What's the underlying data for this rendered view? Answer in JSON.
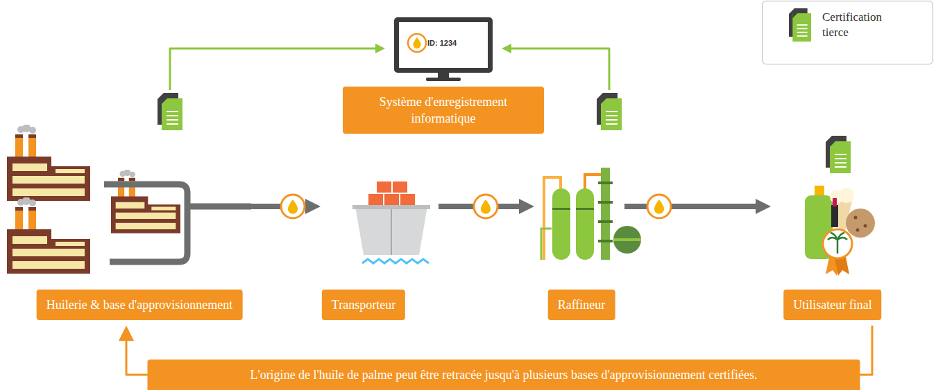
{
  "diagram": {
    "nodes": [
      {
        "text": [
          "Système d'enregistrement informatique"
        ]
      },
      {
        "text": [
          "Huilerie & base d'approvisionnement"
        ]
      },
      {
        "text": [
          "Transporteur"
        ]
      },
      {
        "text": [
          "Raffineur"
        ]
      },
      {
        "text": [
          "Utilisateur final"
        ]
      }
    ],
    "edges": [
      {
        "from": 1,
        "to": 2,
        "arrow": "to"
      },
      {
        "from": 2,
        "to": 3,
        "arrow": "to"
      },
      {
        "from": 3,
        "to": 4,
        "arrow": "to"
      },
      {
        "from": 1,
        "to": 0,
        "arrow": "to"
      },
      {
        "from": 3,
        "to": 0,
        "arrow": "to"
      },
      {
        "from": 4,
        "to": 1,
        "label": "L'origine de l'huile de palme peut être retracée jusqu'à plusieurs bases d'approvisionnement certifiées.",
        "arrow": "to"
      }
    ],
    "labels": [
      "ID: 1234"
    ],
    "legend": [
      {
        "text": "Certification tierce"
      }
    ]
  }
}
